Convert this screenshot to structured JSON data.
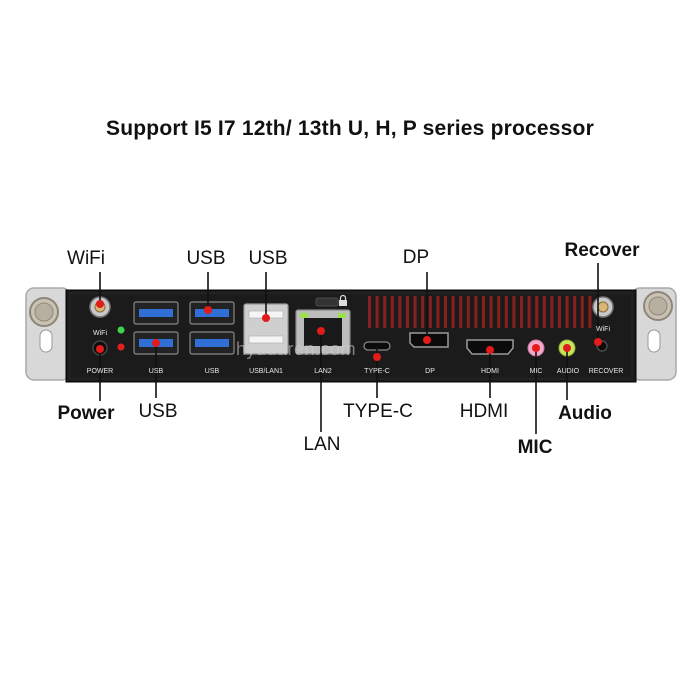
{
  "title": "Support I5 I7 12th/ 13th U, H, P series processor",
  "watermark": "hyudaren.com",
  "callouts": {
    "wifi_left": "WiFi",
    "usb_top_1": "USB",
    "usb_top_2": "USB",
    "dp": "DP",
    "recover": "Recover",
    "power": "Power",
    "usb_bottom": "USB",
    "lan": "LAN",
    "type_c": "TYPE-C",
    "hdmi": "HDMI",
    "mic": "MIC",
    "audio": "Audio"
  },
  "panel_labels": {
    "wifi_left": "WiFi",
    "wifi_right": "WiFi",
    "power": "POWER",
    "usb1": "USB",
    "usb2": "USB",
    "usb_lan1": "USB/LAN1",
    "lan2": "LAN2",
    "type_c": "TYPE-C",
    "dp": "DP",
    "hdmi": "HDMI",
    "mic": "MIC",
    "audio": "AUDIO",
    "recover": "RECOVER"
  },
  "colors": {
    "panel": "#1c1c1c",
    "bracket": "#dcdcdc",
    "usb_blue": "#2f6fd6",
    "callout_line": "#111111",
    "callout_dot": "#e21b1b",
    "mic_pink": "#f2a8c8",
    "audio_green": "#c8e65a"
  }
}
